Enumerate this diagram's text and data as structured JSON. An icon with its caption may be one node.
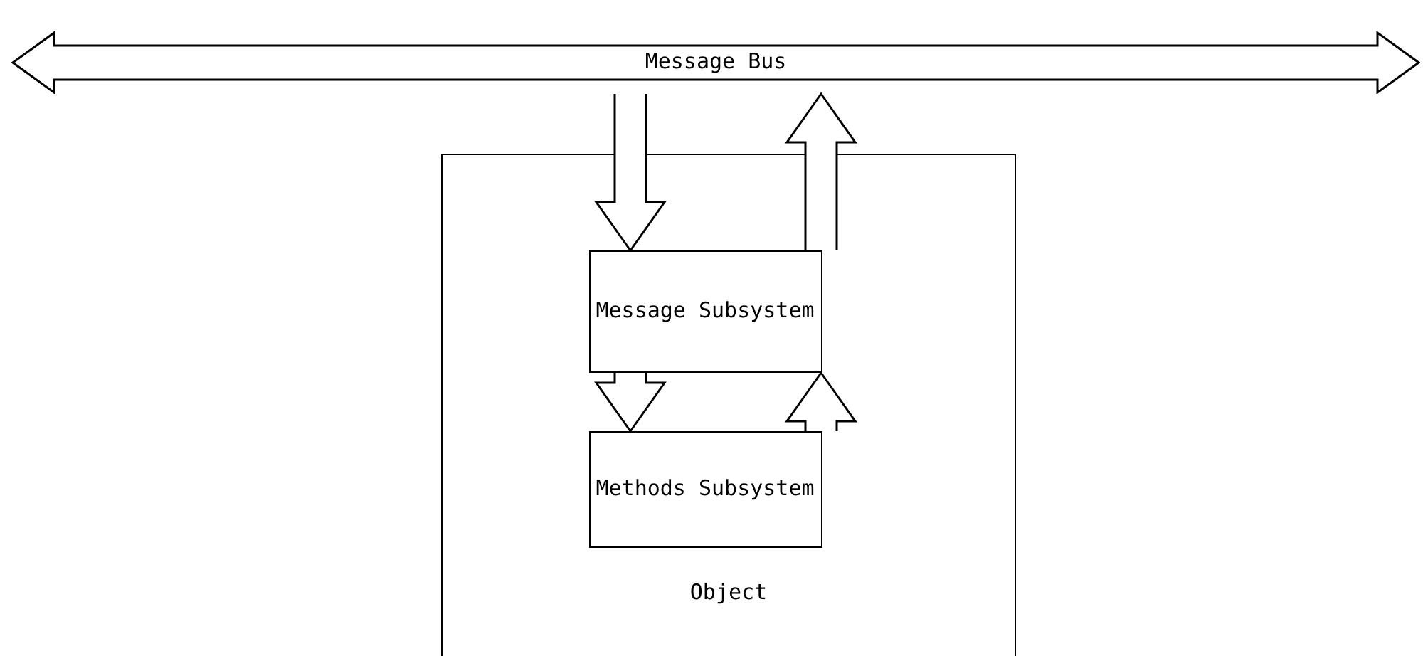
{
  "diagram": {
    "nodes": [
      {
        "text": [
          "Message Bus"
        ]
      },
      {
        "text": [
          "Object"
        ]
      },
      {
        "text": [
          "Message Subsystem"
        ],
        "in": 1
      },
      {
        "text": [
          "Methods Subsystem"
        ],
        "in": 1
      }
    ],
    "edges": [
      {
        "from": 0,
        "to": 2,
        "arrow": "to"
      },
      {
        "from": 2,
        "to": 0,
        "arrow": "to"
      },
      {
        "from": 2,
        "to": 3,
        "arrow": "to"
      },
      {
        "from": 3,
        "to": 2,
        "arrow": "to"
      }
    ]
  }
}
